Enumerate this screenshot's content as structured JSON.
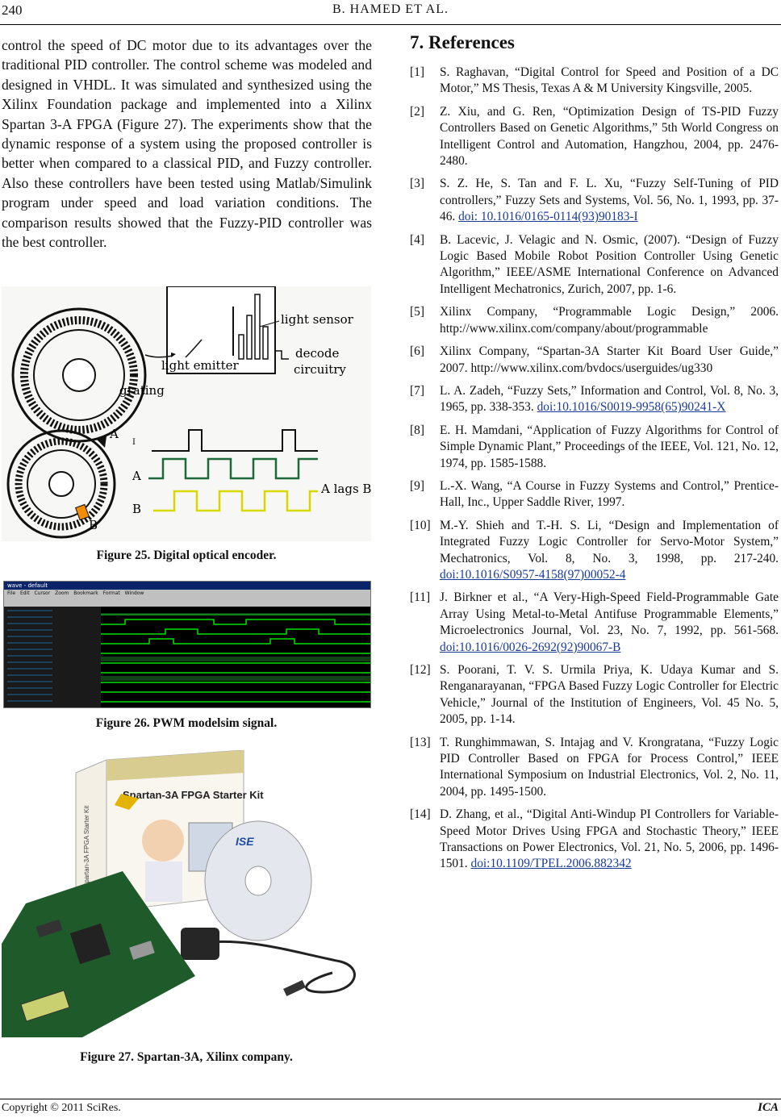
{
  "header": {
    "page_number": "240",
    "running_title": "B. HAMED   ET   AL."
  },
  "left_paragraph": "control the speed of DC motor due to its advantages over the traditional PID controller. The control scheme was modeled and designed in VHDL. It was simulated and synthesized using the Xilinx Foundation package and implemented into a Xilinx Spartan 3-A FPGA (Figure 27). The experiments show that the dynamic response of a system using the proposed controller is better when compared to a classical PID, and Fuzzy controller. Also these controllers have been tested using Matlab/Simulink program under speed and load variation conditions. The comparison results showed that the Fuzzy-PID controller was the best controller.",
  "figure25": {
    "labels": {
      "light_sensor": "light sensor",
      "decode": "decode",
      "circuitry": "circuitry",
      "light_emitter": "light emitter",
      "grating": "grating",
      "a_top": "A",
      "i_mark": "I",
      "a_wave": "A",
      "b_wave": "B",
      "a_lags_b": "A lags B",
      "b_bottom": "B"
    },
    "caption": "Figure 25. Digital optical encoder."
  },
  "figure26": {
    "window_title": "wave - default",
    "menu": "File  Edit  Cursor  Zoom  Bookmark  Format  Window",
    "caption": "Figure 26. PWM modelsim signal."
  },
  "figure27": {
    "caption": "Figure 27. Spartan-3A, Xilinx company.",
    "box_label": "Spartan-3A FPGA Starter Kit",
    "cd_label": "ISE",
    "side_label": "Spartan-3A FPGA Starter Kit"
  },
  "references_title": "7. References",
  "references": [
    {
      "num": "[1]",
      "text": "S. Raghavan, “Digital Control for Speed and Position of a DC Motor,” MS Thesis, Texas A & M University Kingsville, 2005."
    },
    {
      "num": "[2]",
      "text": "Z. Xiu, and G. Ren, “Optimization Design of TS-PID Fuzzy Controllers Based on Genetic Algorithms,” 5th World Congress on Intelligent Control and Automation, Hangzhou, 2004, pp. 2476-2480."
    },
    {
      "num": "[3]",
      "text": "S. Z. He, S. Tan and F. L. Xu, “Fuzzy Self-Tuning of PID controllers,” Fuzzy Sets and Systems, Vol. 56, No. 1, 1993, pp. 37-46.",
      "doi": "doi: 10.1016/0165-0114(93)90183-I"
    },
    {
      "num": "[4]",
      "text": "B. Lacevic, J. Velagic and N. Osmic, (2007). “Design of Fuzzy Logic Based Mobile Robot Position Controller Using Genetic Algorithm,” IEEE/ASME International Conference on Advanced Intelligent Mechatronics, Zurich, 2007, pp. 1-6."
    },
    {
      "num": "[5]",
      "text": "Xilinx Company, “Programmable Logic Design,” 2006. http://www.xilinx.com/company/about/programmable"
    },
    {
      "num": "[6]",
      "text": "Xilinx Company, “Spartan-3A Starter Kit Board User Guide,” 2007. http://www.xilinx.com/bvdocs/userguides/ug330"
    },
    {
      "num": "[7]",
      "text": "L. A. Zadeh, “Fuzzy Sets,” Information and Control, Vol. 8, No. 3, 1965, pp. 338-353.",
      "doi": "doi:10.1016/S0019-9958(65)90241-X"
    },
    {
      "num": "[8]",
      "text": "E. H. Mamdani, “Application of Fuzzy Algorithms for Control of Simple Dynamic Plant,” Proceedings of the IEEE, Vol. 121, No. 12, 1974, pp. 1585-1588."
    },
    {
      "num": "[9]",
      "text": "L.-X. Wang, “A Course in Fuzzy Systems and Control,” Prentice-Hall, Inc., Upper Saddle River, 1997."
    },
    {
      "num": "[10]",
      "text": "M.-Y. Shieh and T.-H. S. Li, “Design and Implementation of Integrated Fuzzy Logic Controller for Servo-Motor System,” Mechatronics, Vol. 8, No. 3, 1998, pp. 217-240.",
      "doi": "doi:10.1016/S0957-4158(97)00052-4"
    },
    {
      "num": "[11]",
      "text": "J. Birkner et al., “A Very-High-Speed Field-Programmable Gate Array Using Metal-to-Metal Antifuse Programmable Elements,” Microelectronics Journal, Vol. 23, No. 7, 1992, pp. 561-568.",
      "doi": "doi:10.1016/0026-2692(92)90067-B"
    },
    {
      "num": "[12]",
      "text": "S. Poorani, T. V. S. Urmila Priya, K. Udaya Kumar and S. Renganarayanan, “FPGA Based Fuzzy Logic Controller for Electric Vehicle,” Journal of the Institution of Engineers, Vol. 45 No. 5, 2005, pp. 1-14."
    },
    {
      "num": "[13]",
      "text": "T. Runghimmawan, S. Intajag and V. Krongratana, “Fuzzy Logic PID Controller Based on FPGA for Process Control,” IEEE International Symposium on Industrial Electronics, Vol. 2, No. 11, 2004, pp. 1495-1500."
    },
    {
      "num": "[14]",
      "text": "D. Zhang, et al., “Digital Anti-Windup PI Controllers for Variable-Speed Motor Drives Using FPGA and Stochastic Theory,” IEEE Transactions on Power Electronics, Vol. 21, No. 5, 2006, pp. 1496-1501.",
      "doi": "doi:10.1109/TPEL.2006.882342"
    }
  ],
  "footer": {
    "copyright": "Copyright © 2011 SciRes.",
    "journal": "ICA"
  },
  "colors": {
    "link": "#1a3a9a",
    "wave_green": "#00e000",
    "wave_bg": "#000000",
    "title_bar": "#0a246a"
  }
}
